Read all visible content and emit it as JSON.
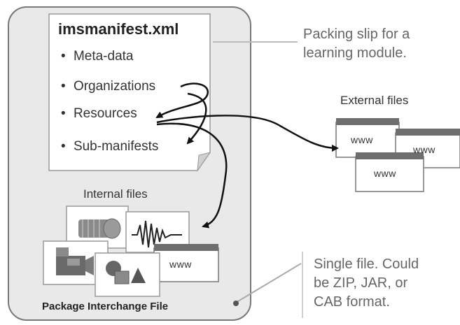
{
  "manifest": {
    "title": "imsmanifest.xml",
    "items": [
      "Meta-data",
      "Organizations",
      "Resources",
      "Sub-manifests"
    ],
    "bullet": "•"
  },
  "callouts": {
    "packing_slip": [
      "Packing slip for a",
      "learning module."
    ],
    "single_file": [
      "Single file. Could",
      "be ZIP, JAR, or",
      "CAB format."
    ]
  },
  "external_files": {
    "label": "External files",
    "page_text": "www"
  },
  "internal_files": {
    "label": "Internal files",
    "page_text": "www"
  },
  "package": {
    "label": "Package Interchange File"
  },
  "colors": {
    "package_fill": "#e9e9e9",
    "package_border": "#777777",
    "page_title_bar": "#6e6e6e",
    "arrow": "#111111",
    "callout_line": "#aaaaaa"
  }
}
